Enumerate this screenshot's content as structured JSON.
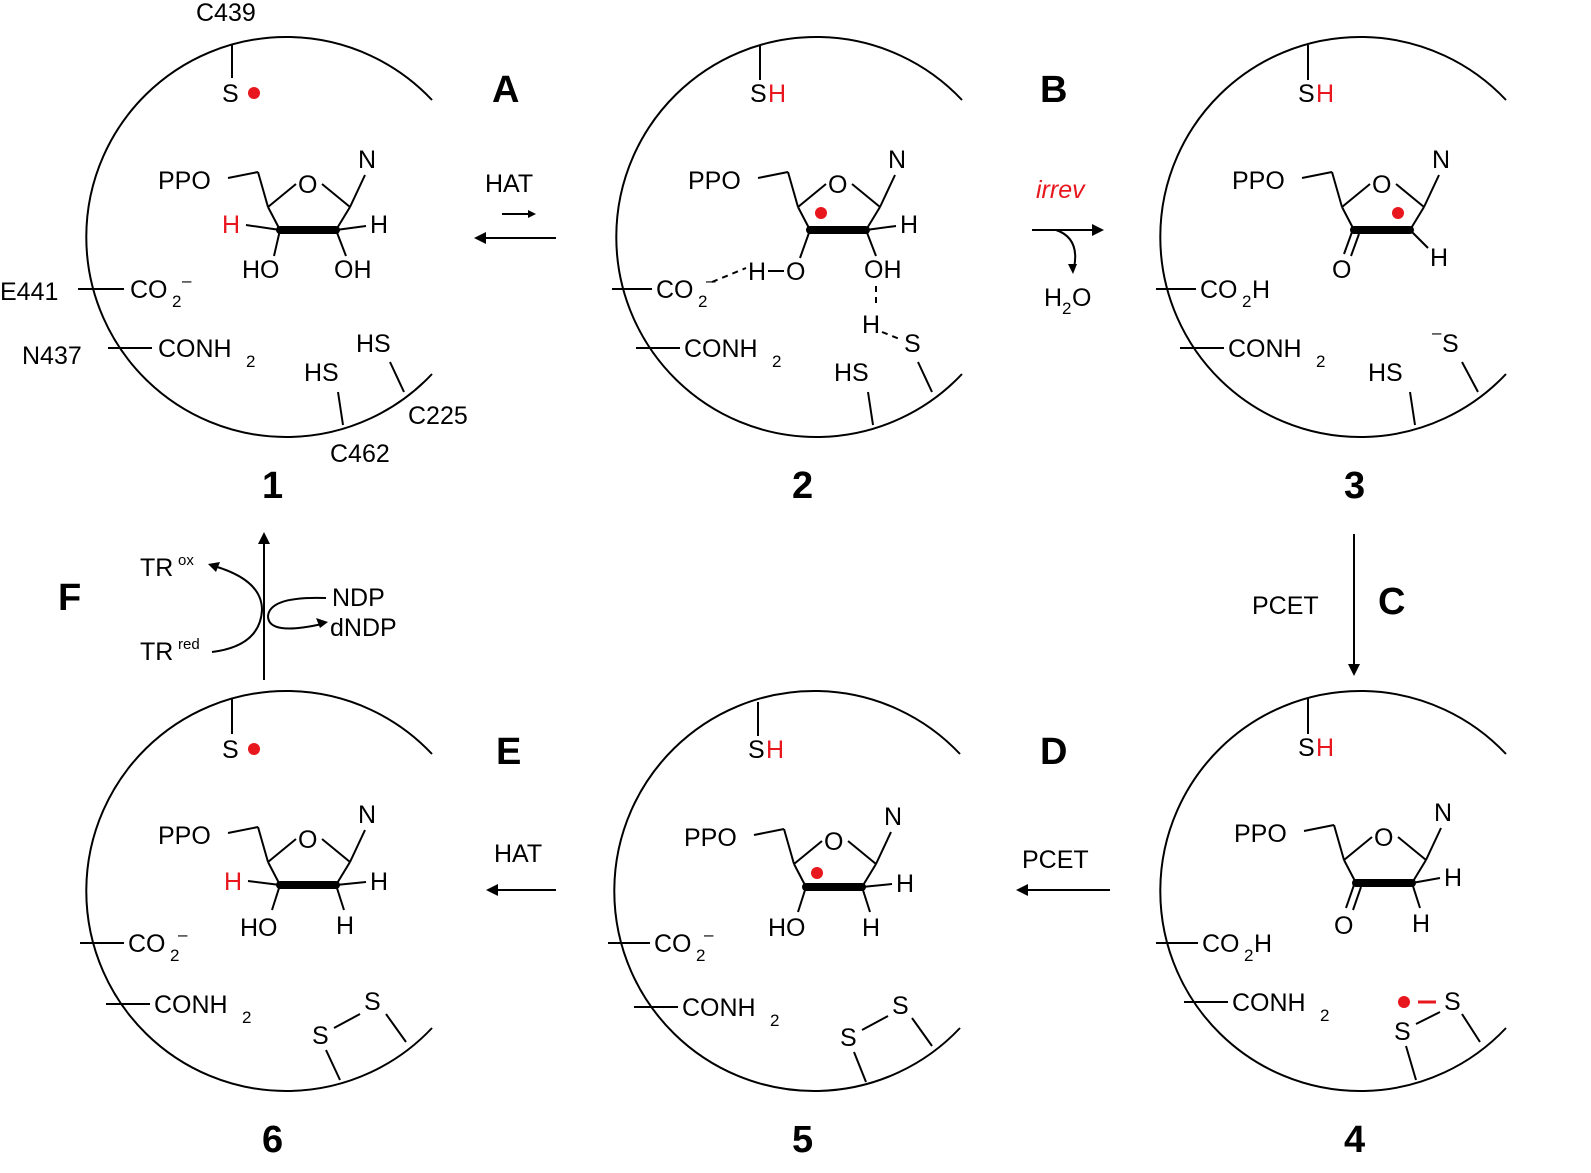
{
  "residues": {
    "c439": "C439",
    "e441": "E441",
    "n437": "N437",
    "c225": "C225",
    "c462": "C462"
  },
  "groups": {
    "ppo": "PPO",
    "n": "N",
    "o": "O",
    "h": "H",
    "ho": "HO",
    "oh": "OH",
    "s": "S",
    "hs": "HS",
    "sminus_charge": "–",
    "co": "CO",
    "co_sub": "2",
    "co_charge": "–",
    "coh_tail": "H",
    "conh": "CONH",
    "conh_sub": "2",
    "h2o_h": "H",
    "h2o_sub": "2",
    "h2o_o": "O"
  },
  "steps": {
    "a": "A",
    "b": "B",
    "c": "C",
    "d": "D",
    "e": "E",
    "f": "F"
  },
  "arrows": {
    "hat": "HAT",
    "irrev": "irrev",
    "pcet": "PCET",
    "tr": "TR",
    "tr_ox_sup": "ox",
    "tr_red_sup": "red",
    "ndp": "NDP",
    "dndp": "dNDP"
  },
  "compounds": {
    "c1": "1",
    "c2": "2",
    "c3": "3",
    "c4": "4",
    "c5": "5",
    "c6": "6"
  },
  "colors": {
    "radical": "#e8171e",
    "highlight": "#e8171e",
    "line": "#000000"
  }
}
